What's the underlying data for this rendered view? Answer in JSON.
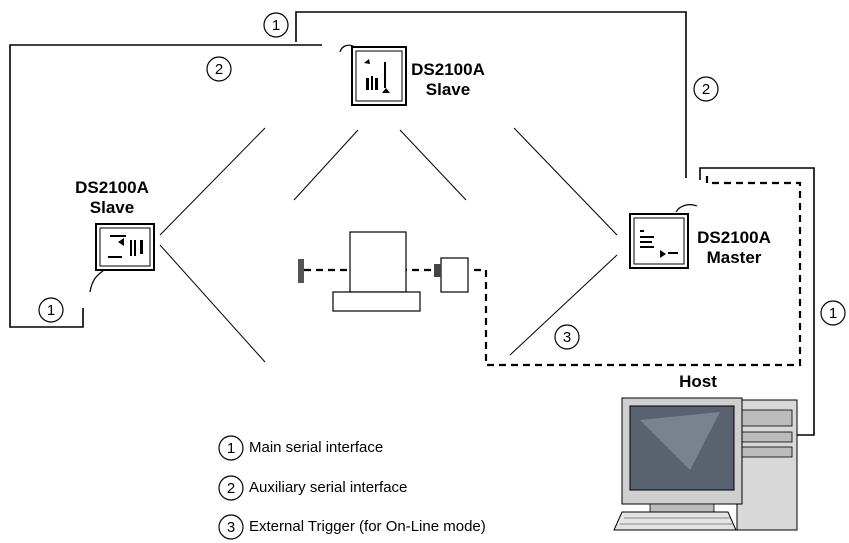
{
  "devices": {
    "top": {
      "name": "DS2100A",
      "role": "Slave"
    },
    "left": {
      "name": "DS2100A",
      "role": "Slave"
    },
    "right": {
      "name": "DS2100A",
      "role": "Master"
    },
    "host": {
      "label": "Host"
    }
  },
  "markers": {
    "main": "1",
    "aux": "2",
    "trigger": "3"
  },
  "legend": [
    {
      "num": "1",
      "text": "Main serial interface"
    },
    {
      "num": "2",
      "text": "Auxiliary serial interface"
    },
    {
      "num": "3",
      "text": "External Trigger (for On-Line mode)"
    }
  ]
}
